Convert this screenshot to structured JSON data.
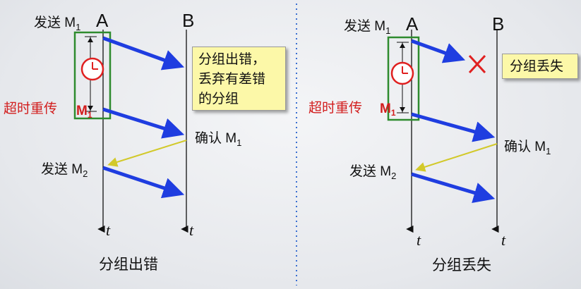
{
  "left": {
    "send_m1": "发送 M",
    "send_m1_sub": "1",
    "label_a": "A",
    "label_b": "B",
    "retransmit": "超时重传",
    "m1_red": "M",
    "m1_red_sub": "1",
    "note_lines": [
      "分组出错，",
      "丢弃有差错",
      "的分组"
    ],
    "ack": "确认 M",
    "ack_sub": "1",
    "send_m2": "发送 M",
    "send_m2_sub": "2",
    "t_a": "t",
    "t_b": "t",
    "caption": "分组出错"
  },
  "right": {
    "send_m1": "发送 M",
    "send_m1_sub": "1",
    "label_a": "A",
    "label_b": "B",
    "retransmit": "超时重传",
    "m1_red": "M",
    "m1_red_sub": "1",
    "note": "分组丢失",
    "ack": "确认 M",
    "ack_sub": "1",
    "send_m2": "发送 M",
    "send_m2_sub": "2",
    "t_a": "t",
    "t_b": "t",
    "caption": "分组丢失"
  },
  "colors": {
    "data_arrow": "#1f3de0",
    "ack_arrow": "#d2c92a",
    "timer_box": "#2e8b2e",
    "clock": "#e02020",
    "red_text": "#d21d1d",
    "note_bg": "#fcf8a8",
    "divider": "#3a6fd1"
  }
}
